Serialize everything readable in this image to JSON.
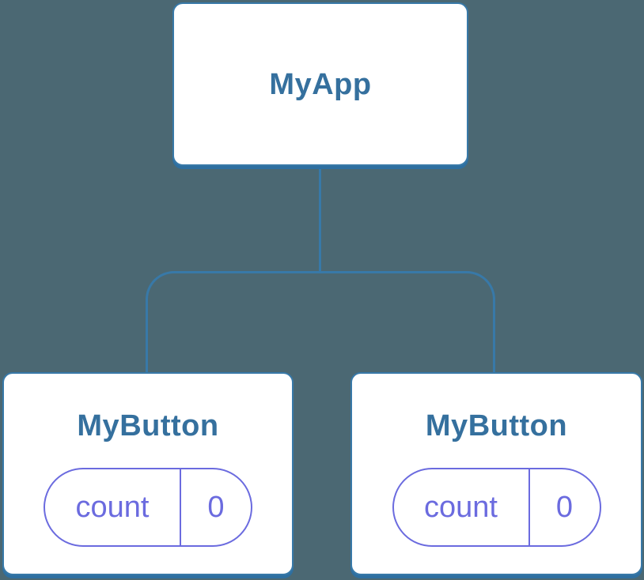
{
  "colors": {
    "bg": "#4B6873",
    "line": "#3879A8",
    "line-shadow": "#2E6FA0",
    "heading": "#35709E",
    "purple": "#6B6BDF",
    "card": "#FFFFFF"
  },
  "tree": {
    "root": {
      "label": "MyApp"
    },
    "children": [
      {
        "label": "MyButton",
        "state": {
          "key": "count",
          "value": "0"
        }
      },
      {
        "label": "MyButton",
        "state": {
          "key": "count",
          "value": "0"
        }
      }
    ]
  }
}
